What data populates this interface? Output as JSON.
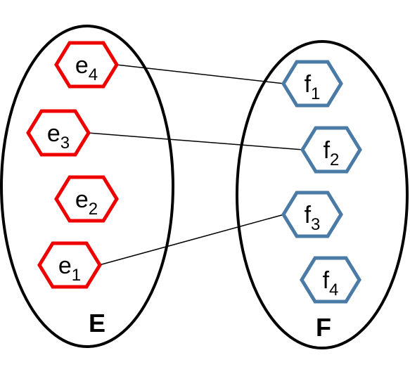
{
  "colors": {
    "set_outline": "#000000",
    "e_node": "#ee0000",
    "f_node": "#4a7ba7",
    "edge": "#000000",
    "background": "#ffffff"
  },
  "sets": {
    "E": {
      "label": "E"
    },
    "F": {
      "label": "F"
    }
  },
  "elements_E": [
    {
      "id": "e4",
      "base": "e",
      "sub": "4"
    },
    {
      "id": "e3",
      "base": "e",
      "sub": "3"
    },
    {
      "id": "e2",
      "base": "e",
      "sub": "2"
    },
    {
      "id": "e1",
      "base": "e",
      "sub": "1"
    }
  ],
  "elements_F": [
    {
      "id": "f1",
      "base": "f",
      "sub": "1"
    },
    {
      "id": "f2",
      "base": "f",
      "sub": "2"
    },
    {
      "id": "f3",
      "base": "f",
      "sub": "3"
    },
    {
      "id": "f4",
      "base": "f",
      "sub": "4"
    }
  ],
  "mappings": [
    {
      "from": "e4",
      "to": "f1"
    },
    {
      "from": "e3",
      "to": "f2"
    },
    {
      "from": "e1",
      "to": "f3"
    }
  ]
}
